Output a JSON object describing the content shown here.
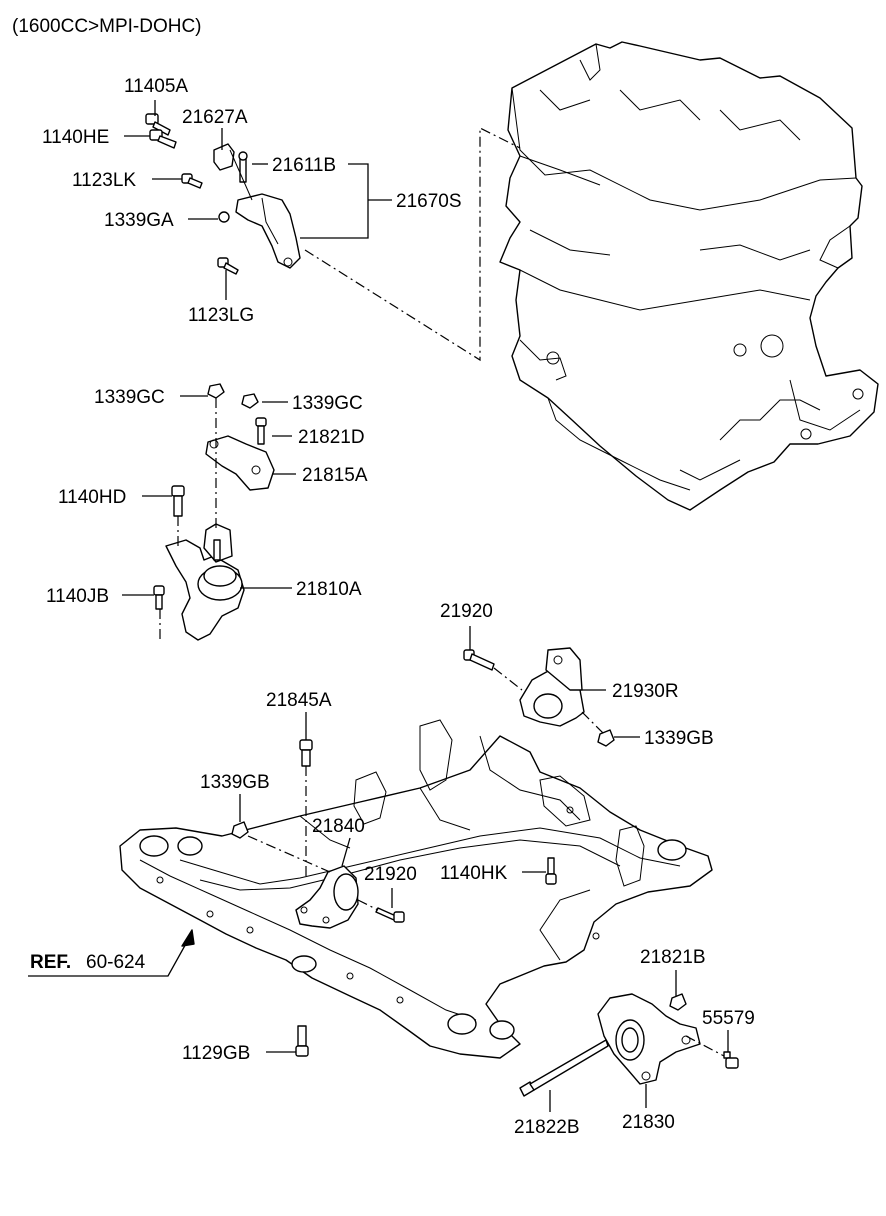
{
  "header": {
    "title": "(1600CC>MPI-DOHC)"
  },
  "reference": {
    "prefix": "REF.",
    "code": "60-624"
  },
  "labels": {
    "l11405A": "11405A",
    "l21627A": "21627A",
    "l1140HE": "1140HE",
    "l21611B": "21611B",
    "l1123LK": "1123LK",
    "l21670S": "21670S",
    "l1339GA": "1339GA",
    "l1123LG": "1123LG",
    "l1339GC_a": "1339GC",
    "l1339GC_b": "1339GC",
    "l21821D": "21821D",
    "l21815A": "21815A",
    "l1140HD": "1140HD",
    "l21810A": "21810A",
    "l1140JB": "1140JB",
    "l21920_a": "21920",
    "l21930R": "21930R",
    "l1339GB_a": "1339GB",
    "l21845A": "21845A",
    "l1339GB_b": "1339GB",
    "l21840": "21840",
    "l21920_b": "21920",
    "l1140HK": "1140HK",
    "l21821B": "21821B",
    "l55579": "55579",
    "l1129GB": "1129GB",
    "l21822B": "21822B",
    "l21830": "21830"
  }
}
